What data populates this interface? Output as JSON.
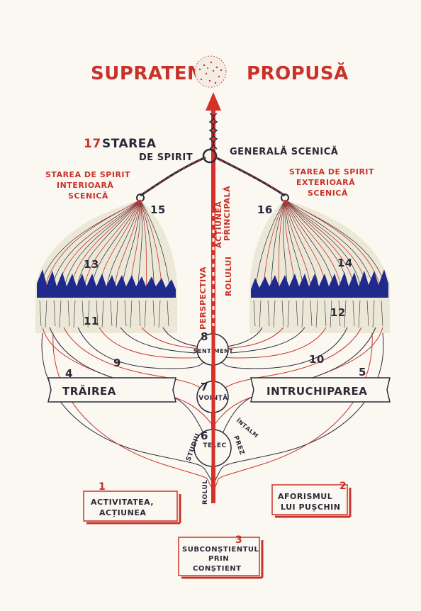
{
  "title_left": "SUPRATEMA",
  "title_right": "PROPUSĂ",
  "general": {
    "number": "17",
    "line1": "STAREA",
    "line2a": "DE SPIRIT",
    "line2b": "GENERALĂ SCENICĂ"
  },
  "interior": {
    "line1": "STAREA DE SPIRIT",
    "line2": "INTERIOARĂ",
    "line3": "SCENICĂ",
    "number": "15"
  },
  "exterior": {
    "line1": "STAREA DE SPIRIT",
    "line2": "EXTERIOARĂ",
    "line3": "SCENICĂ",
    "number": "16"
  },
  "vertical": {
    "col1": "PERSPECTIVA",
    "col2a": "ACȚIUNEA",
    "col2b": "PRINCIPALĂ",
    "col3": "ROLULUI"
  },
  "numbers": {
    "n4": "4",
    "n5": "5",
    "n6": "6",
    "n7": "7",
    "n8": "8",
    "n9": "9",
    "n10": "10",
    "n11": "11",
    "n12": "12",
    "n13": "13",
    "n14": "14"
  },
  "banners": {
    "left": "TRĂIREA",
    "right": "INTRUCHIPAREA"
  },
  "motors": {
    "m6_top": "TELEC",
    "m6_left": "STUDIU",
    "m6_right": "PREZ",
    "m6_bottom": "ROLUL",
    "m7": "VOINȚĂ",
    "m7_side": "ÎNȚALM",
    "m8": "SENTIMENT"
  },
  "boxes": {
    "b1": {
      "number": "1",
      "line1": "ACTIVITATEA,",
      "line2": "ACȚIUNEA"
    },
    "b2": {
      "number": "2",
      "line1": "AFORISMUL",
      "line2": "LUI PUȘCHIN"
    },
    "b3": {
      "number": "3",
      "line1": "SUBCONȘTIENTUL",
      "line2": "PRIN",
      "line3": "CONȘTIENT"
    }
  },
  "colors": {
    "red": "#c8322b",
    "blue": "#1f2a8c",
    "dark": "#2a2a3a",
    "fill": "#ece8d8",
    "paper": "#fbf8f1"
  }
}
